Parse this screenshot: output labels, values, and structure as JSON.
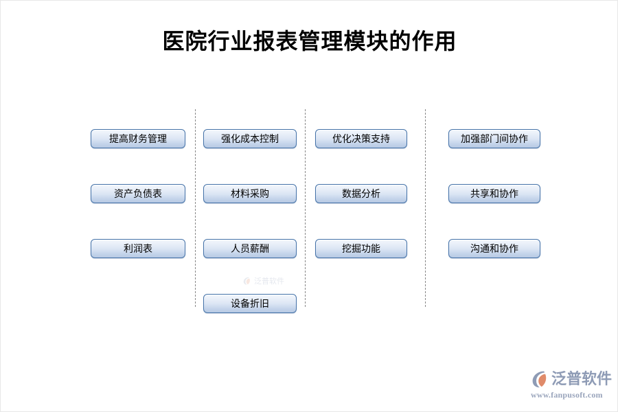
{
  "page": {
    "title": "医院行业报表管理模块的作用",
    "background_color": "#ffffff"
  },
  "theme": {
    "box_border_color": "#4472a8",
    "box_gradient_top": "#f3f7fc",
    "box_gradient_bottom": "#b7c9e3",
    "separator_color": "#888888",
    "text_color": "#000000",
    "logo_color": "#8e9bb5",
    "logo_accent_color": "#e08b6a"
  },
  "diagram": {
    "type": "grouped-node-columns",
    "separator_count": 3,
    "columns": [
      {
        "id": "column-finance",
        "nodes": [
          {
            "label": "提高财务管理"
          },
          {
            "label": "资产负债表"
          },
          {
            "label": "利润表"
          }
        ]
      },
      {
        "id": "column-cost",
        "nodes": [
          {
            "label": "强化成本控制"
          },
          {
            "label": "材料采购"
          },
          {
            "label": "人员薪酬"
          },
          {
            "label": "设备折旧"
          }
        ]
      },
      {
        "id": "column-decision",
        "nodes": [
          {
            "label": "优化决策支持"
          },
          {
            "label": "数据分析"
          },
          {
            "label": "挖掘功能"
          }
        ]
      },
      {
        "id": "column-collaboration",
        "nodes": [
          {
            "label": "加强部门间协作"
          },
          {
            "label": "共享和协作"
          },
          {
            "label": "沟通和协作"
          }
        ]
      }
    ]
  },
  "logo": {
    "mark_icon": "fanpu-arc-logo-icon",
    "name": "泛普软件",
    "url": "www.fanpusoft.com"
  },
  "watermark": {
    "mark_icon": "fanpu-arc-logo-icon",
    "text": "泛普软件"
  }
}
